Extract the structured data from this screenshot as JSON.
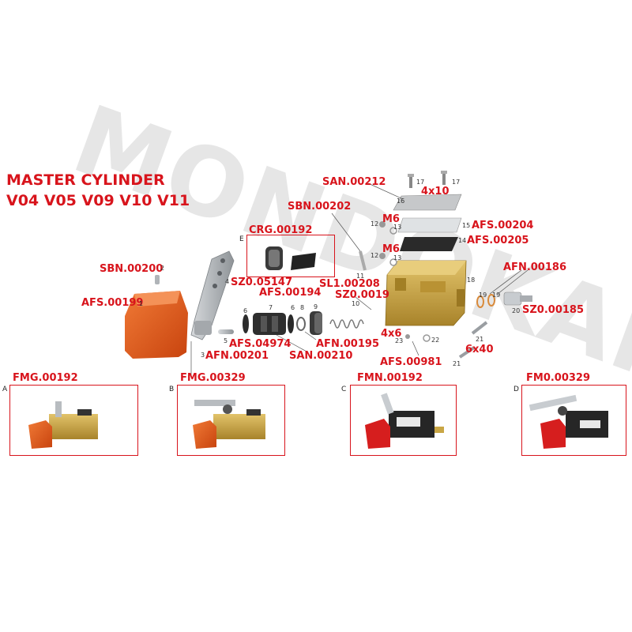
{
  "watermark": "MONDOKART",
  "title": {
    "line1": "MASTER CYLINDER",
    "line2": "V04 V05 V09 V10 V11"
  },
  "colors": {
    "accent": "#d8141c",
    "brass": "#c9a645",
    "orange": "#e05a1e",
    "red_cap": "#d61e1e",
    "steel": "#b8bcc0"
  },
  "labels": {
    "san_00212": "SAN.00212",
    "n4x10": "4x10",
    "sbn_00202": "SBN.00202",
    "m6_a": "M6",
    "afs_00204": "AFS.00204",
    "afs_00205": "AFS.00205",
    "m6_b": "M6",
    "crg_00192": "CRG.00192",
    "afn_00186": "AFN.00186",
    "sbn_00200": "SBN.00200",
    "sz0_05147": "SZ0.05147",
    "sl1_00208": "SL1.00208",
    "afs_00194": "AFS.00194",
    "sz0_0019": "SZ0.0019",
    "afs_00199": "AFS.00199",
    "sz0_00185": "SZ0.00185",
    "n4x6": "4x6",
    "afs_04974": "AFS.04974",
    "afn_00195": "AFN.00195",
    "n6x40": "6x40",
    "afn_00201": "AFN.00201",
    "san_00210": "SAN.00210",
    "afs_00981": "AFS.00981",
    "fmg_00192": "FMG.00192",
    "fmg_00329": "FMG.00329",
    "fmn_00192": "FMN.00192",
    "fm0_00329": "FM0.00329"
  },
  "numbers": {
    "n1": "1",
    "n2": "2",
    "n3": "3",
    "n4": "4",
    "n5": "5",
    "n6a": "6",
    "n6b": "6",
    "n7": "7",
    "n8": "8",
    "n9": "9",
    "n10": "10",
    "n11": "11",
    "n12a": "12",
    "n12b": "12",
    "n13a": "13",
    "n13b": "13",
    "n14": "14",
    "n15": "15",
    "n16": "16",
    "n17a": "17",
    "n17b": "17",
    "n18": "18",
    "n19a": "19",
    "n19b": "19",
    "n20": "20",
    "n21a": "21",
    "n21b": "21",
    "n22": "22",
    "n23": "23"
  },
  "box_letters": {
    "e": "E",
    "a": "A",
    "b": "B",
    "c": "C",
    "d": "D"
  }
}
